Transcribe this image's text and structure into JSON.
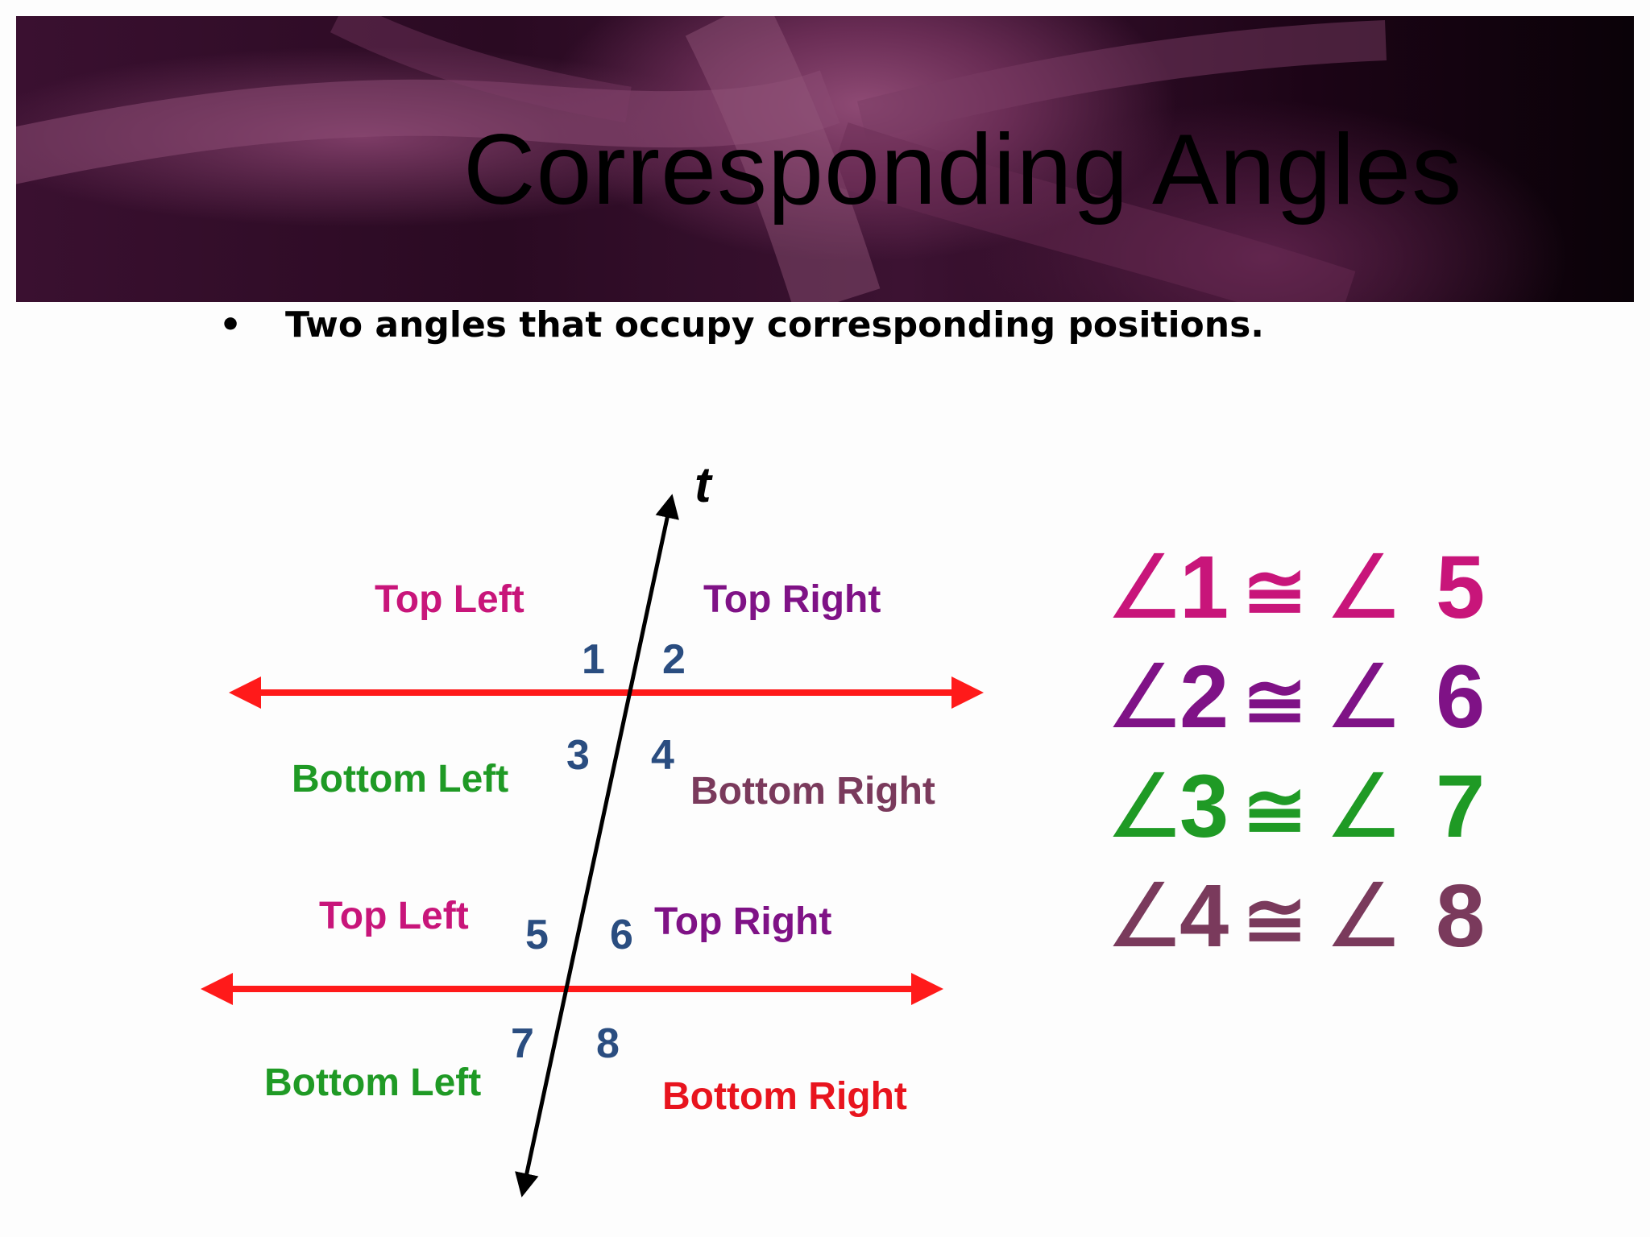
{
  "slide": {
    "title": "Corresponding Angles",
    "bullet": "Two angles that occupy corresponding positions."
  },
  "diagram": {
    "transversal_label": "t",
    "upper_line": {
      "angles": [
        "1",
        "2",
        "3",
        "4"
      ],
      "regions": {
        "top_left": "Top Left",
        "top_right": "Top Right",
        "bottom_left": "Bottom Left",
        "bottom_right": "Bottom Right"
      }
    },
    "lower_line": {
      "angles": [
        "5",
        "6",
        "7",
        "8"
      ],
      "regions": {
        "top_left": "Top Left",
        "top_right": "Top Right",
        "bottom_left": "Bottom Left",
        "bottom_right": "Bottom Right"
      }
    }
  },
  "congruences": [
    {
      "left": "1",
      "right": "5",
      "color": "#c8157a"
    },
    {
      "left": "2",
      "right": "6",
      "color": "#7f1286"
    },
    {
      "left": "3",
      "right": "7",
      "color": "#1f9a25"
    },
    {
      "left": "4",
      "right": "8",
      "color": "#7a3a5c"
    }
  ],
  "symbols": {
    "angle": "∠",
    "congruent": "≅"
  },
  "colors": {
    "parallel_lines": "#ff1a1a",
    "transversal": "#000000",
    "angle_numbers": "#2a4d80",
    "top_left": "#c8157a",
    "top_right": "#7f1286",
    "bottom_left": "#1f9a25",
    "bottom_right_upper": "#7a3a5c",
    "bottom_right_lower": "#e8141e"
  }
}
